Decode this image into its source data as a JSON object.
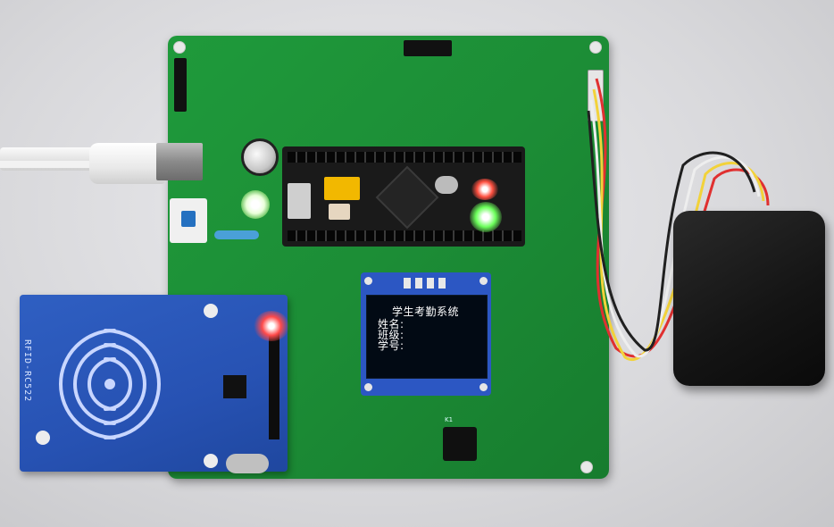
{
  "oled": {
    "title": "学生考勤系统",
    "row1": "姓名:",
    "row2": "班级:",
    "row3": "学号:"
  },
  "rfid_module": {
    "model": "RFID-RC522"
  },
  "pcb_labels": {
    "button": "K1"
  },
  "colors": {
    "pcb": "#1c8d36",
    "oled_pcb": "#2c57c3",
    "rfid_pcb": "#2752b3",
    "led_red": "#ff4040",
    "led_green": "#5aff50"
  }
}
